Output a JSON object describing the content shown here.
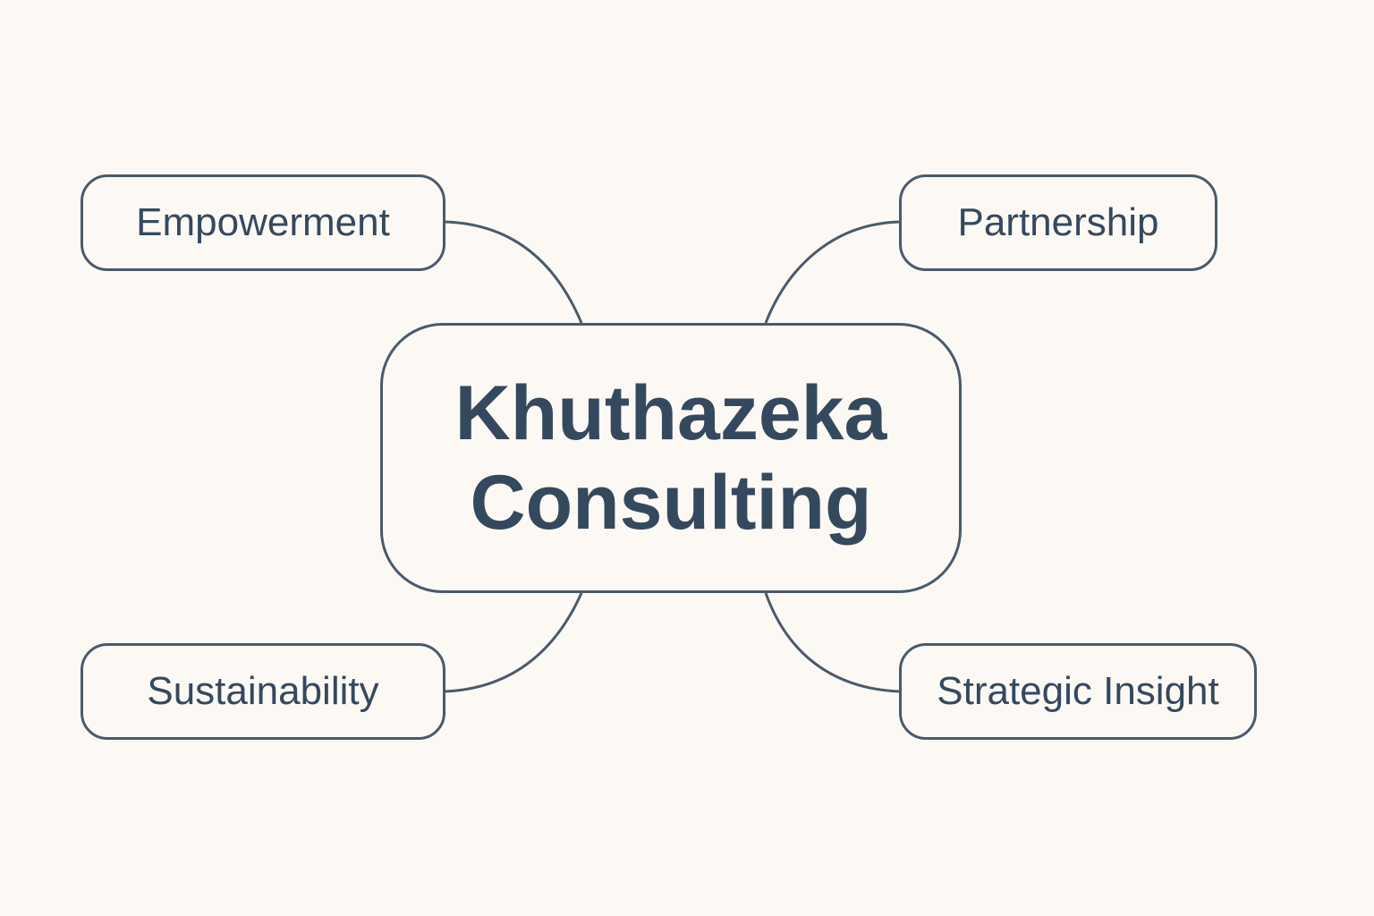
{
  "diagram": {
    "center": {
      "line1": "Khuthazeka",
      "line2": "Consulting"
    },
    "nodes": [
      {
        "id": "empowerment",
        "label": "Empowerment"
      },
      {
        "id": "partnership",
        "label": "Partnership"
      },
      {
        "id": "sustainability",
        "label": "Sustainability"
      },
      {
        "id": "strategic-insight",
        "label": "Strategic Insight"
      }
    ],
    "colors": {
      "background": "#fcf9f5",
      "stroke": "#4a5a6a",
      "text": "#35495e"
    }
  }
}
